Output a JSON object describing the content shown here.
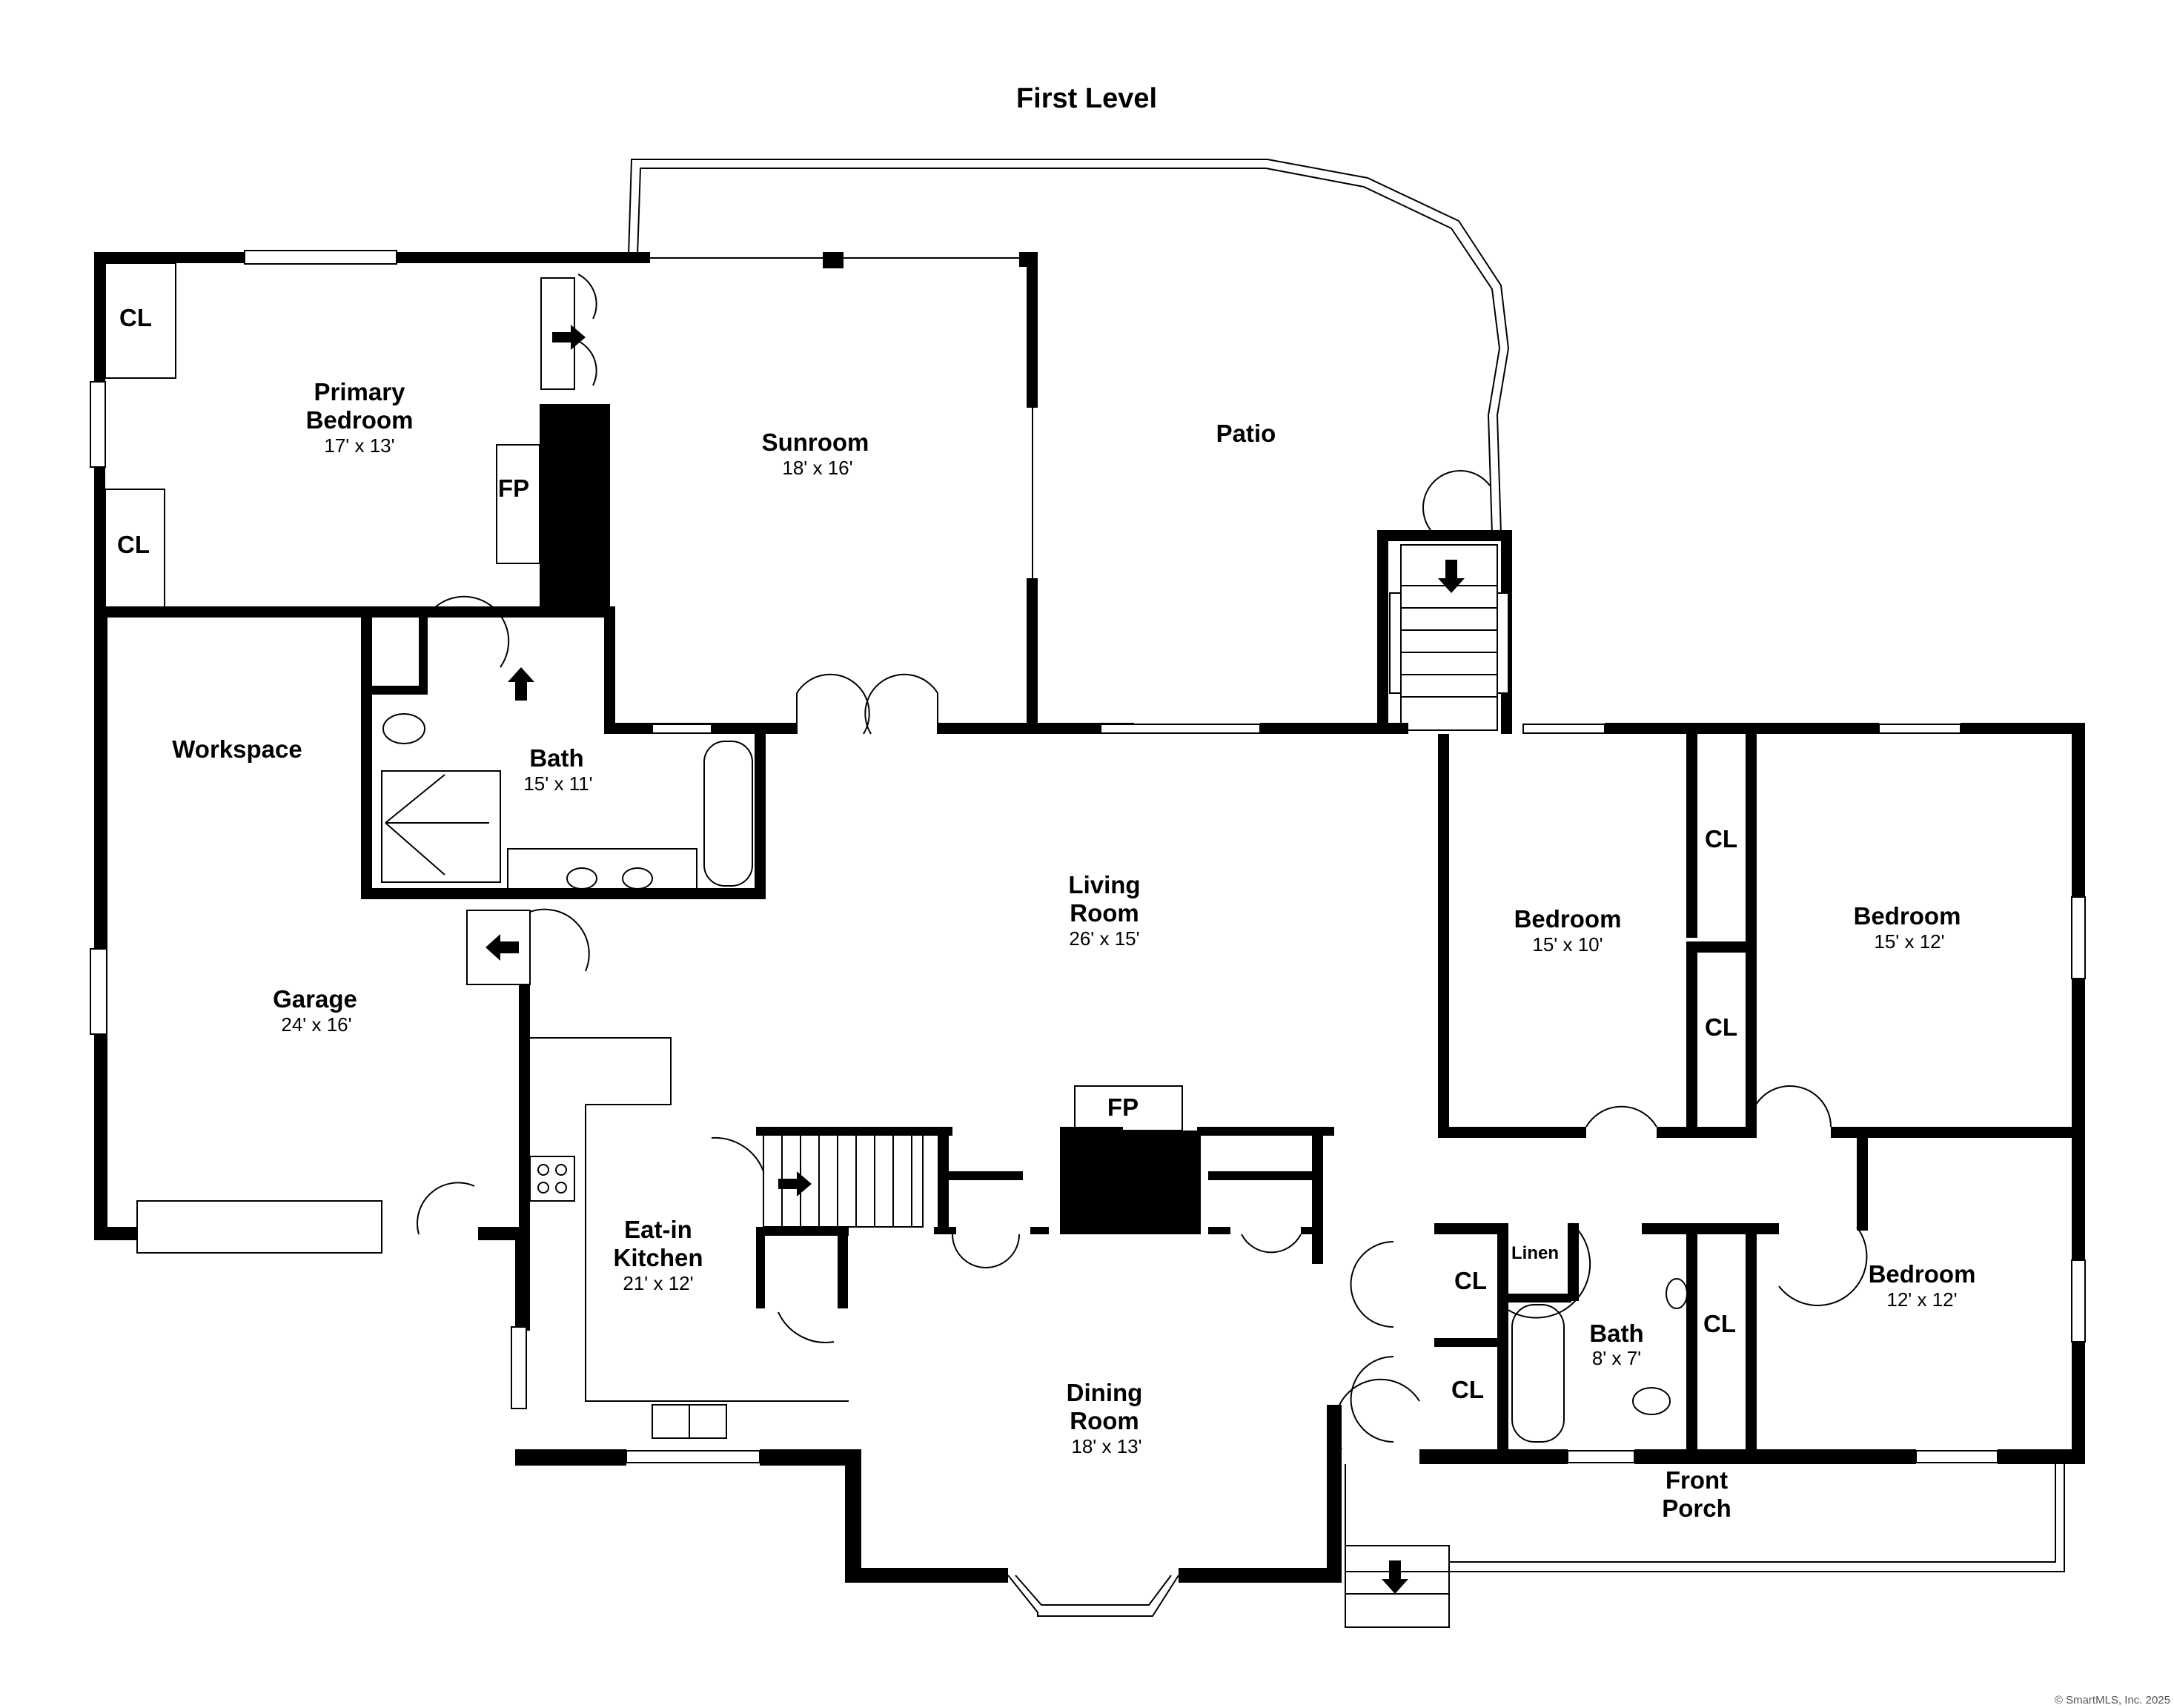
{
  "title": "First Level",
  "credit": "© SmartMLS, Inc. 2025",
  "rooms": {
    "primary_bedroom": {
      "name1": "Primary",
      "name2": "Bedroom",
      "dim": "17' x 13'"
    },
    "sunroom": {
      "name": "Sunroom",
      "dim": "18' x 16'"
    },
    "patio": {
      "name": "Patio"
    },
    "workspace": {
      "name": "Workspace"
    },
    "bath_main": {
      "name": "Bath",
      "dim": "15' x 11'"
    },
    "living_room": {
      "name1": "Living",
      "name2": "Room",
      "dim": "26' x 15'"
    },
    "garage": {
      "name": "Garage",
      "dim": "24' x 16'"
    },
    "bedroom_a": {
      "name": "Bedroom",
      "dim": "15' x 10'"
    },
    "bedroom_b": {
      "name": "Bedroom",
      "dim": "15' x 12'"
    },
    "bedroom_c": {
      "name": "Bedroom",
      "dim": "12' x 12'"
    },
    "kitchen": {
      "name1": "Eat-in",
      "name2": "Kitchen",
      "dim": "21' x 12'"
    },
    "dining_room": {
      "name1": "Dining",
      "name2": "Room",
      "dim": "18' x 13'"
    },
    "bath_hall": {
      "name": "Bath",
      "dim": "8' x 7'"
    },
    "front_porch": {
      "name1": "Front",
      "name2": "Porch"
    }
  },
  "labels": {
    "cl": "CL",
    "fp": "FP",
    "linen": "Linen"
  }
}
